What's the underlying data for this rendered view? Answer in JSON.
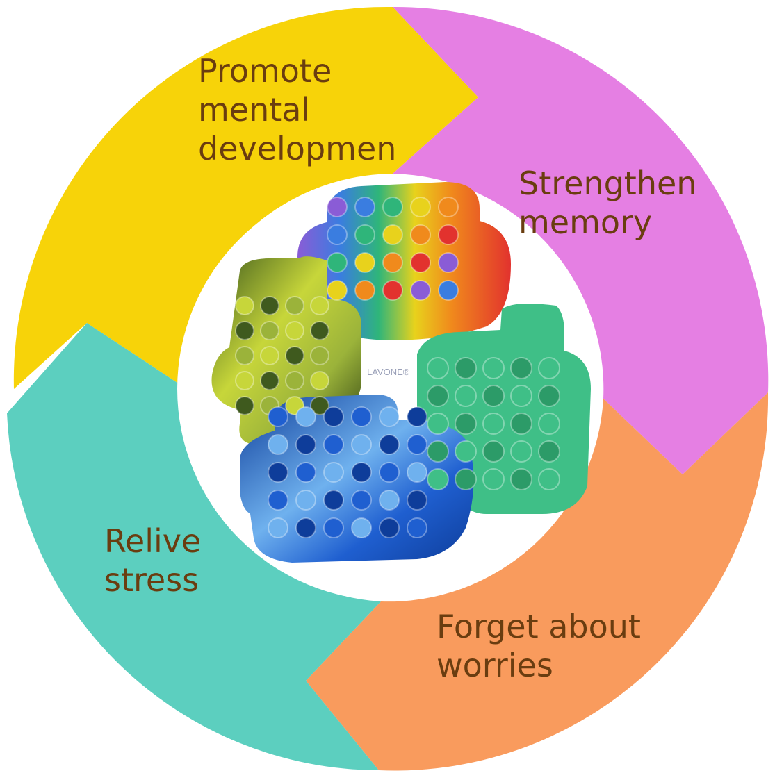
{
  "diagram": {
    "segments": [
      {
        "id": "promote",
        "label_lines": [
          "Promote",
          "mental",
          "developmen"
        ],
        "color": "#f7d309"
      },
      {
        "id": "memory",
        "label_lines": [
          "Strengthen",
          "memory"
        ],
        "color": "#e57fe3"
      },
      {
        "id": "worries",
        "label_lines": [
          "Forget about",
          "worries"
        ],
        "color": "#f99b5d"
      },
      {
        "id": "stress",
        "label_lines": [
          "Relive",
          "stress"
        ],
        "color": "#5ccfbf"
      }
    ],
    "label_color": "#6a3d10",
    "center": {
      "brand": "LAVONE®",
      "toys": [
        {
          "name": "rainbow-pop-toy",
          "colors": [
            "#8a5cd6",
            "#3a7de0",
            "#2fb57a",
            "#e8d21c",
            "#f08a1c",
            "#e2322e"
          ]
        },
        {
          "name": "camo-green-pop-toy",
          "colors": [
            "#c7d63a",
            "#3f5a1e",
            "#9bb33a"
          ]
        },
        {
          "name": "mint-green-pop-toy",
          "colors": [
            "#3fbf87",
            "#2c9b68"
          ]
        },
        {
          "name": "blue-marble-pop-toy",
          "colors": [
            "#1f5fd0",
            "#6fb1ee",
            "#0e3d9a"
          ]
        }
      ]
    }
  }
}
